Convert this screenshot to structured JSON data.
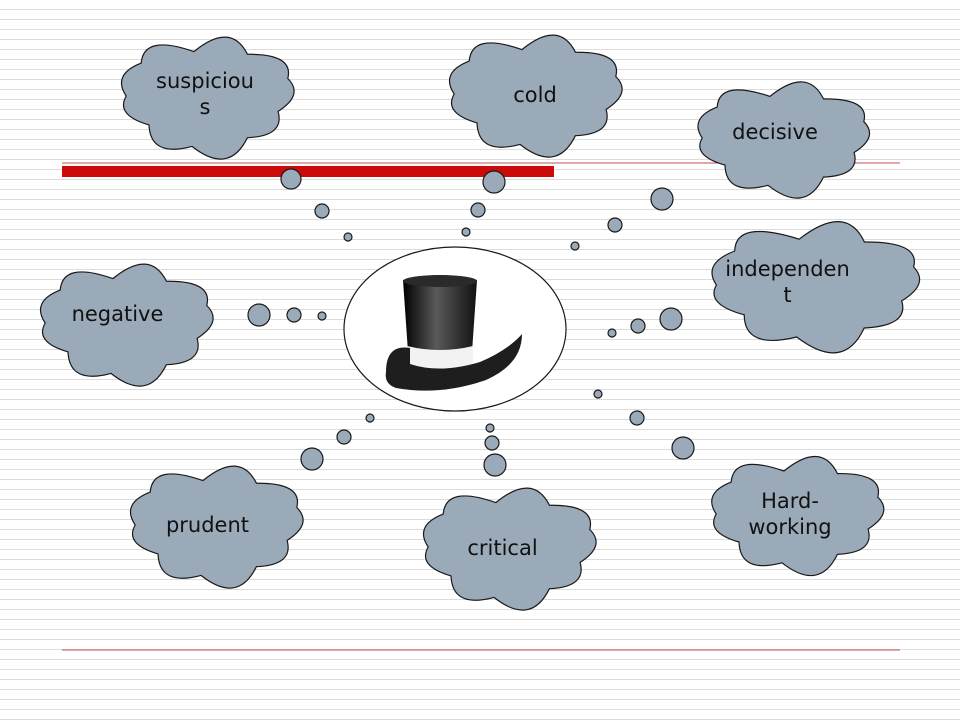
{
  "colors": {
    "cloud_fill": "#9aaab8",
    "cloud_stroke": "#1a1a1a",
    "red_bar": "#cc0a0a",
    "rule_line": "#c0504d",
    "hat": "#1a1a1a",
    "hat_band": "#ffffff"
  },
  "center_icon": "top-hat-icon",
  "clouds": [
    {
      "id": "suspicious",
      "label": "suspiciou\ns"
    },
    {
      "id": "cold",
      "label": "cold"
    },
    {
      "id": "decisive",
      "label": "decisive"
    },
    {
      "id": "independent",
      "label": "independen\nt"
    },
    {
      "id": "negative",
      "label": "negative"
    },
    {
      "id": "prudent",
      "label": "prudent"
    },
    {
      "id": "critical",
      "label": "critical"
    },
    {
      "id": "hard-working",
      "label": "Hard-\nworking"
    }
  ]
}
